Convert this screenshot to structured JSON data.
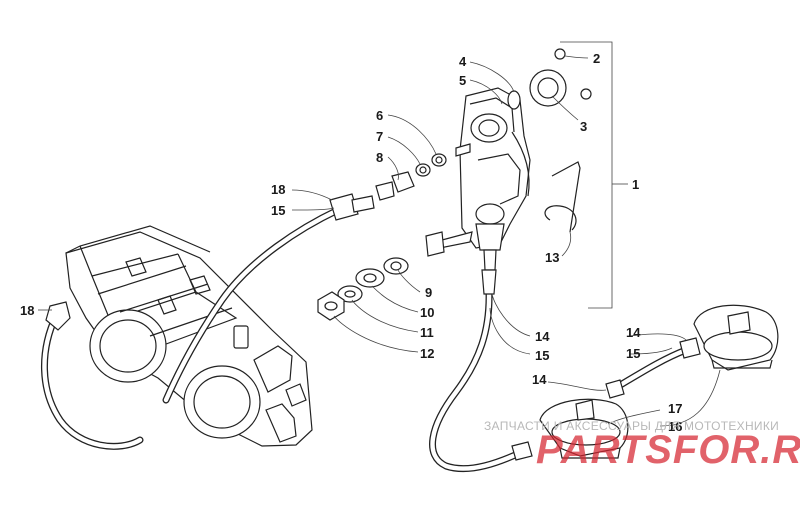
{
  "diagram": {
    "callouts": {
      "c1": "1",
      "c2": "2",
      "c3": "3",
      "c4": "4",
      "c5": "5",
      "c6": "6",
      "c7": "7",
      "c8": "8",
      "c9": "9",
      "c10": "10",
      "c11": "11",
      "c12": "12",
      "c13": "13",
      "c14a": "14",
      "c14b": "14",
      "c14c": "14",
      "c15a": "15",
      "c15b": "15",
      "c15c": "15",
      "c16": "16",
      "c17": "17",
      "c18a": "18",
      "c18b": "18"
    }
  },
  "watermark": {
    "caption": "ЗАПЧАСТИ И АКСЕССУАРЫ ДЛЯ МОТОТЕХНИКИ",
    "logo": "PARTSFOR.RU"
  }
}
